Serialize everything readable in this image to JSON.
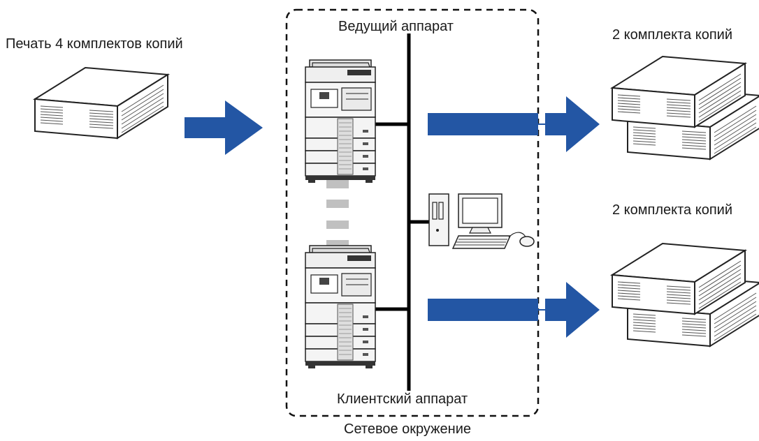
{
  "labels": {
    "source": "Печать 4 комплектов копий",
    "master": "Ведущий аппарат",
    "client": "Клиентский аппарат",
    "network": "Сетевое окружение",
    "output_top": "2 комплекта копий",
    "output_bottom": "2 комплекта копий"
  },
  "colors": {
    "arrow": "#2356a4",
    "line": "#000000",
    "dash_link": "#c0c0c0",
    "paper_fill": "#ffffff",
    "printer_body": "#f4f4f4"
  },
  "icons": [
    "paper-stack-icon",
    "printer-icon",
    "computer-icon",
    "arrow-right-icon"
  ]
}
